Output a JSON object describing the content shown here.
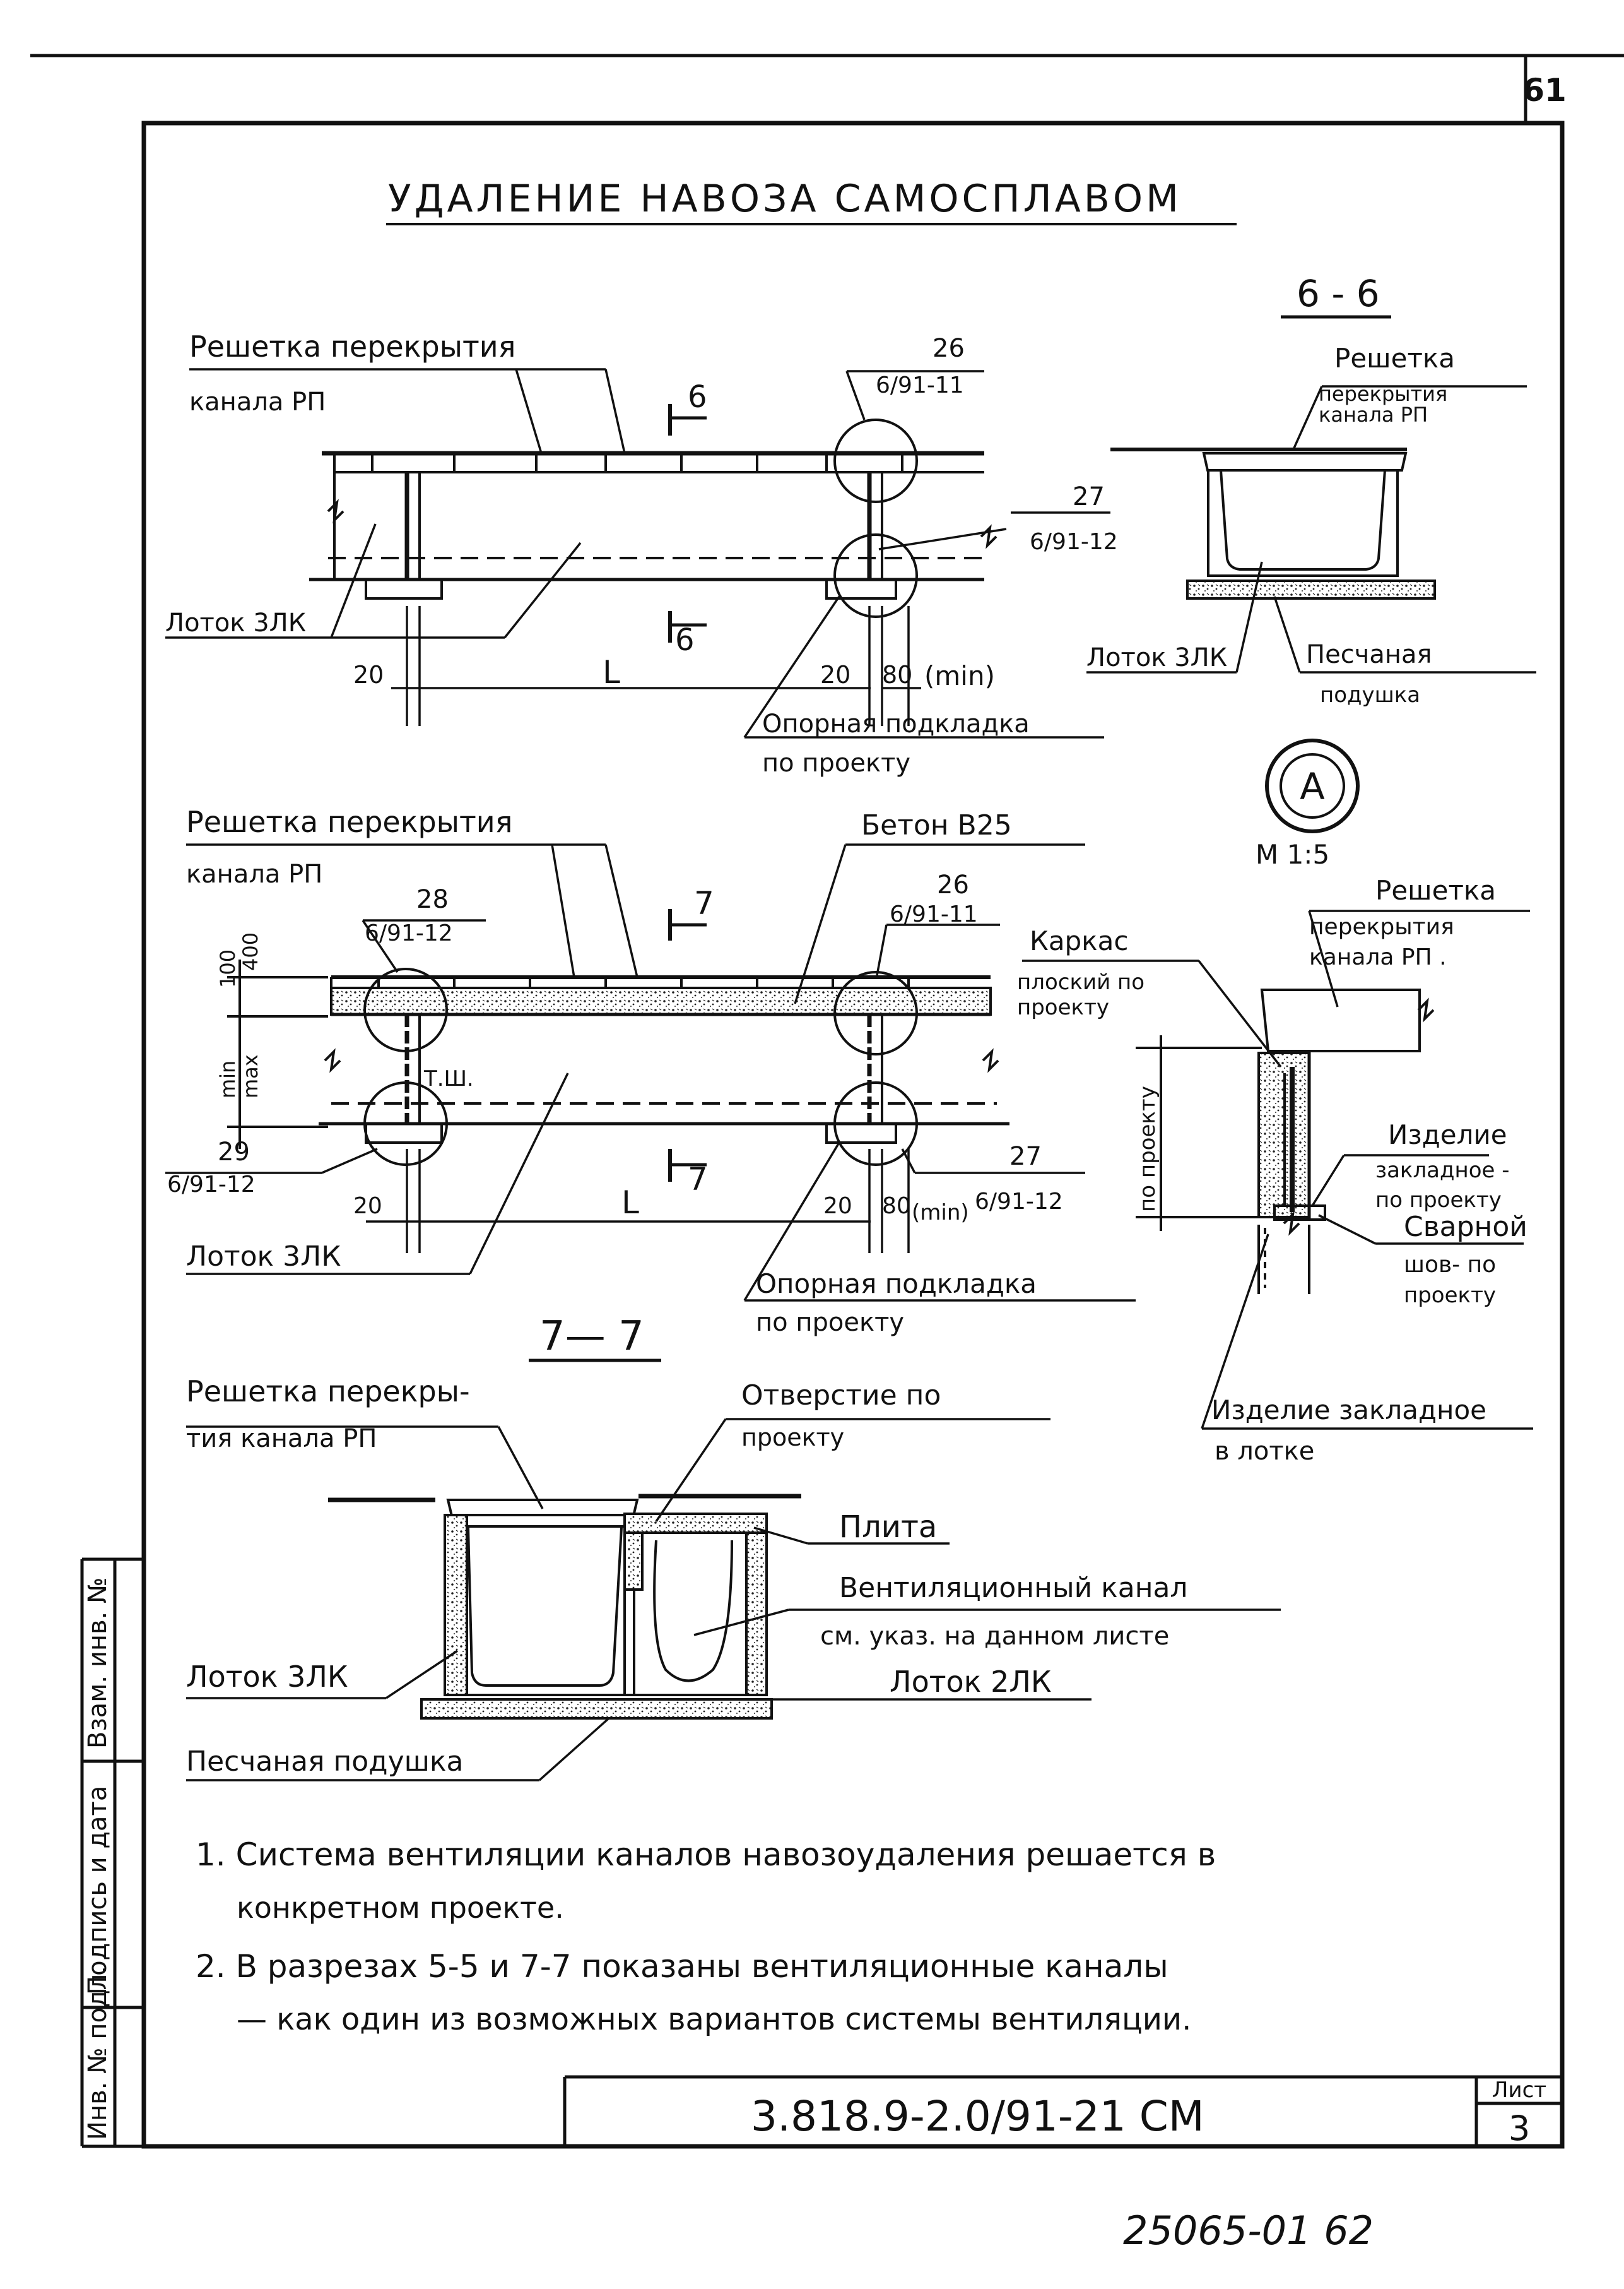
{
  "page_number": "61",
  "title": "УДАЛЕНИЕ НАВОЗА САМОСПЛАВОМ",
  "top_section": {
    "grate_label_1": "Решетка перекрытия",
    "grate_label_2": "канала РП",
    "section_mark": "6",
    "ref_top_num": "26",
    "ref_top_sheet": "6/91-11",
    "ref_bot_num": "27",
    "ref_bot_sheet": "6/91-12",
    "tray_label": "Лоток 3ЛК",
    "dim_left": "20",
    "dim_L": "L",
    "dim_right_20": "20",
    "dim_right_80": "80",
    "dim_min": "(min)",
    "support_label_1": "Опорная подкладка",
    "support_label_2": "по проекту"
  },
  "section_6_6": {
    "title": "6 - 6",
    "grate_1": "Решетка",
    "grate_2": "перекрытия",
    "grate_3": "канала РП",
    "tray": "Лоток 3ЛК",
    "sand_1": "Песчаная",
    "sand_2": "подушка"
  },
  "detail_A": {
    "letter": "А",
    "scale": "М 1:5",
    "grate_1": "Решетка",
    "grate_2": "перекрытия",
    "grate_3": "канала РП .",
    "frame_1": "Каркас",
    "frame_2": "плоский по",
    "frame_3": "проекту",
    "dim_vertical": "по проекту",
    "embed_1": "Изделие",
    "embed_2": "закладное -",
    "embed_3": "по проекту",
    "weld_1": "Сварной",
    "weld_2": "шов- по",
    "weld_3": "проекту",
    "embed_tray_1": "Изделие закладное",
    "embed_tray_2": "в лотке"
  },
  "middle_section": {
    "grate_label_1": "Решетка перекрытия",
    "grate_label_2": "канала РП",
    "concrete": "Бетон В25",
    "ref_28_num": "28",
    "ref_28_sheet": "6/91-12",
    "ref_26_num": "26",
    "ref_26_sheet": "6/91-11",
    "section_mark": "7",
    "dim_100": "100",
    "dim_400": "400",
    "dim_min": "min",
    "dim_max": "max",
    "weld_mark": "Т.Ш.",
    "ref_29_num": "29",
    "ref_29_sheet": "6/91-12",
    "ref_27_num": "27",
    "ref_27_sheet": "6/91-12",
    "dim_left": "20",
    "dim_L": "L",
    "dim_right_20": "20",
    "dim_right_80": "80",
    "dim_min_paren": "(min)",
    "tray_label": "Лоток 3ЛК",
    "support_label_1": "Опорная подкладка",
    "support_label_2": "по проекту"
  },
  "section_7_7": {
    "title": "7— 7",
    "grate_1": "Решетка перекры-",
    "grate_2": "тия канала РП",
    "hole_1": "Отверстие по",
    "hole_2": "проекту",
    "slab": "Плита",
    "vent_1": "Вентиляционный канал",
    "vent_2": "см. указ. на данном листе",
    "tray_3": "Лоток 3ЛК",
    "tray_2": "Лоток 2ЛК",
    "sand": "Песчаная подушка"
  },
  "notes": [
    "1. Система вентиляции каналов навозоудаления решается в",
    "конкретном проекте.",
    "2. В разрезах 5-5 и 7-7 показаны вентиляционные каналы",
    "— как один из возможных вариантов системы вентиляции."
  ],
  "stamp": {
    "code": "3.818.9-2.0/91-21 СМ",
    "sheet_label": "Лист",
    "sheet_number": "3"
  },
  "side_stamp": {
    "inv_podl": "Инв. № подл.",
    "sign_date": "Подпись и дата",
    "vzam_inv": "Взам. инв. №"
  },
  "footer_code": "25065-01 62"
}
